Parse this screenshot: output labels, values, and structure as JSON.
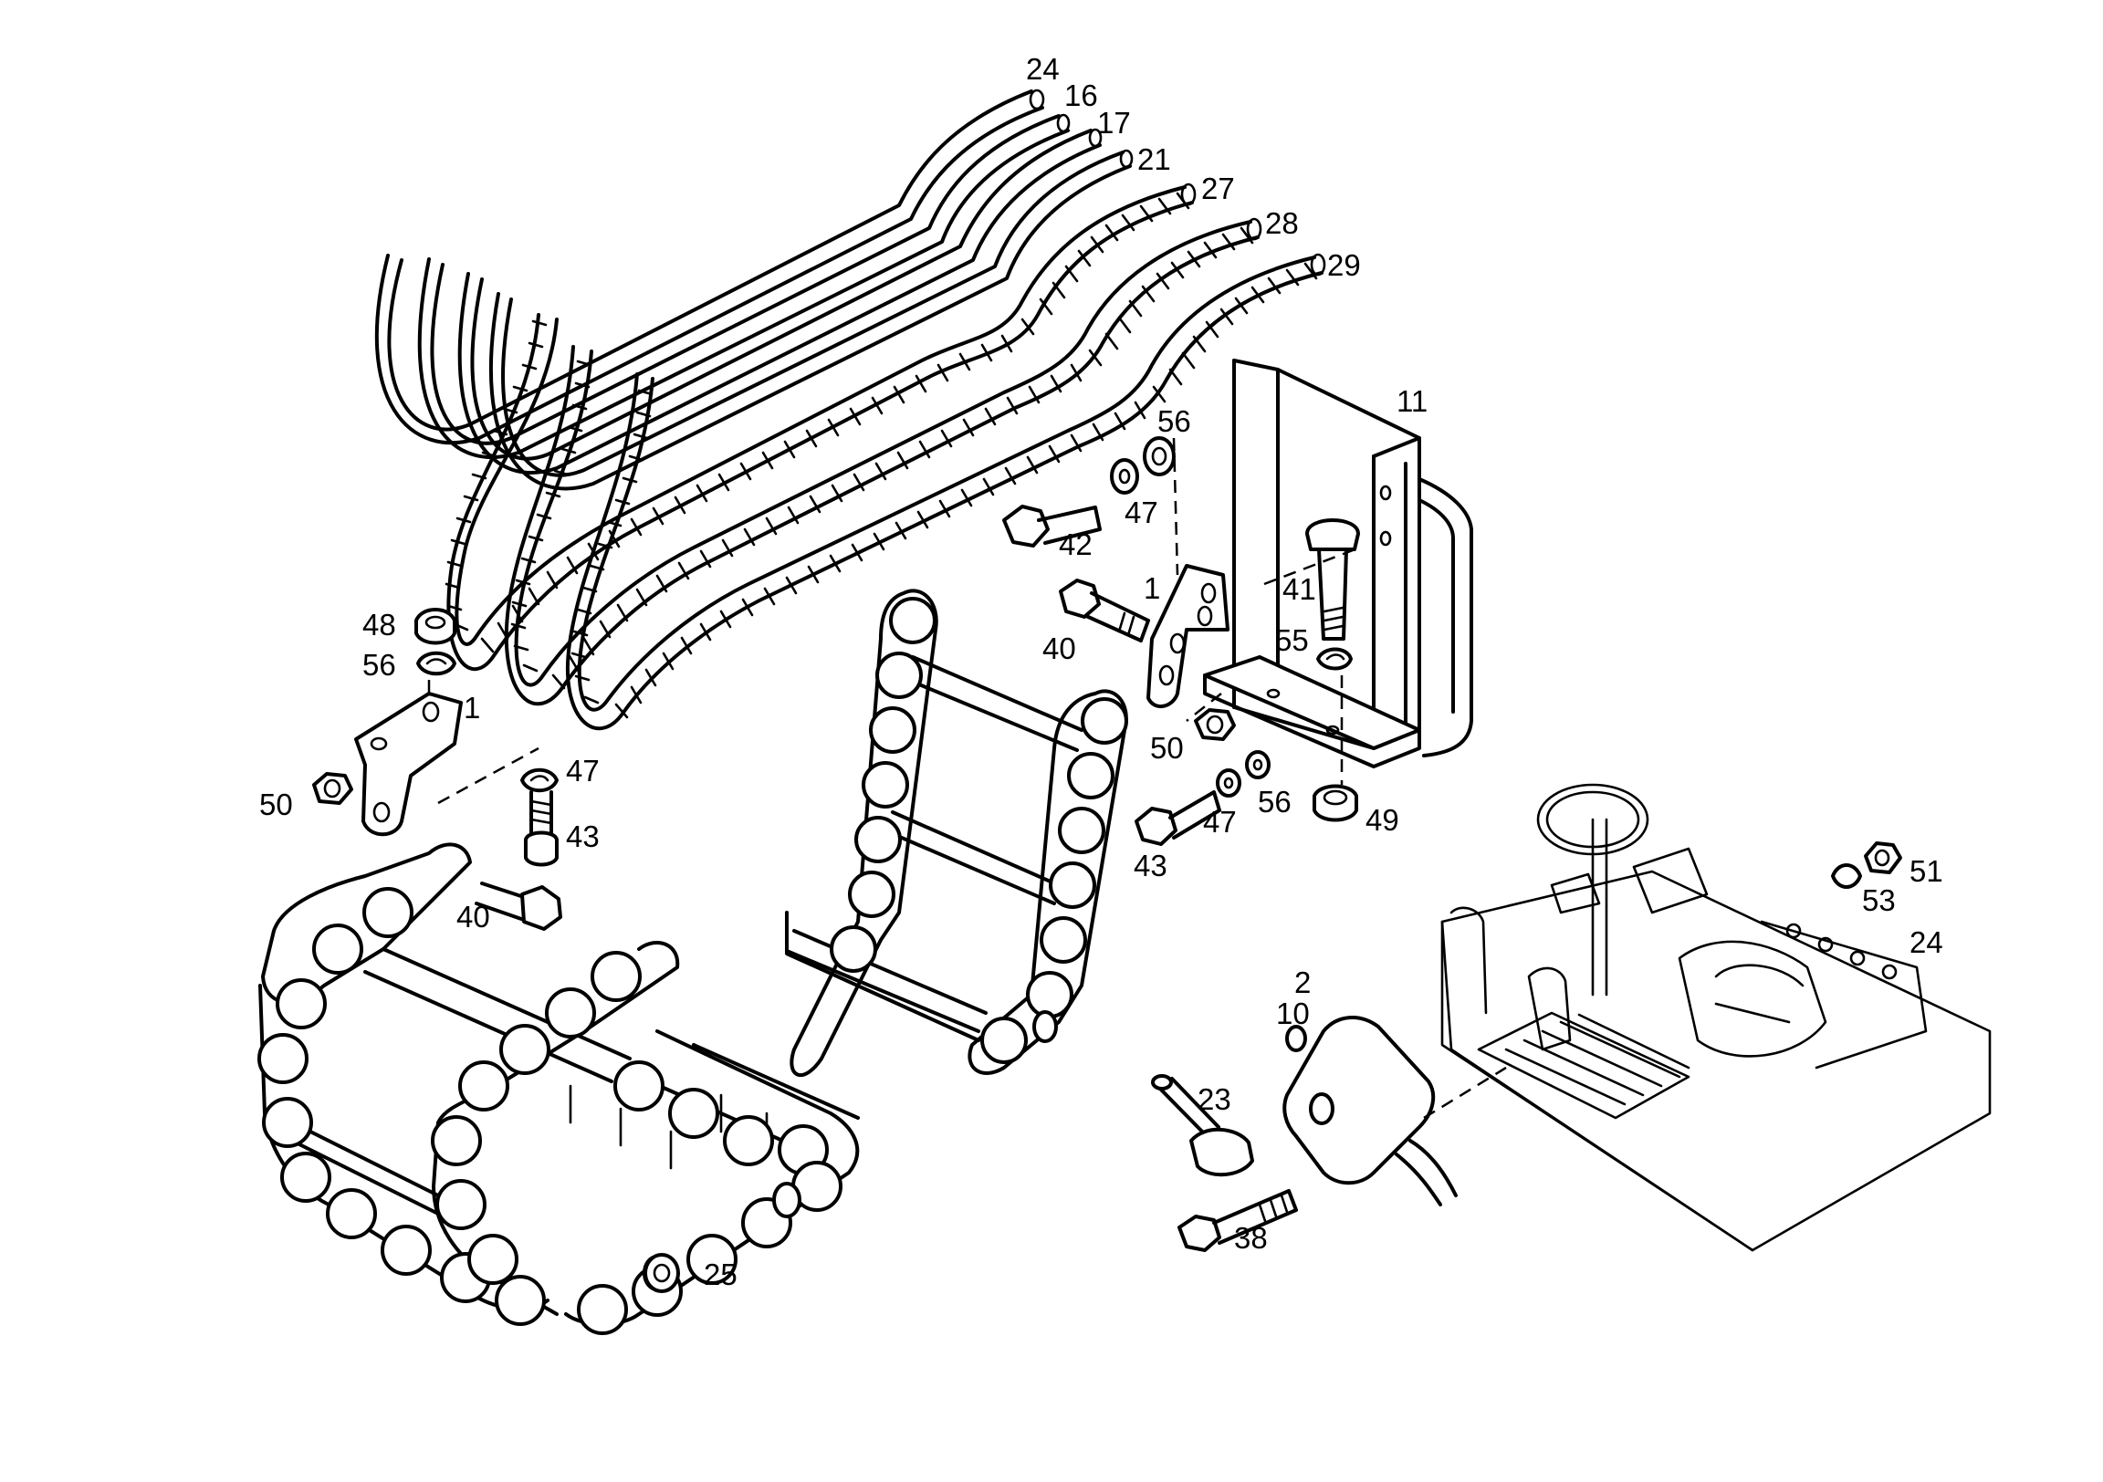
{
  "callouts": {
    "c24a": "24",
    "c16": "16",
    "c17": "17",
    "c21": "21",
    "c27": "27",
    "c28": "28",
    "c29": "29",
    "c11": "11",
    "c56a": "56",
    "c47a": "47",
    "c42": "42",
    "c1a": "1",
    "c41": "41",
    "c40a": "40",
    "c55": "55",
    "c50a": "50",
    "c56b": "56",
    "c47b": "47",
    "c43a": "43",
    "c49": "49",
    "c48": "48",
    "c56c": "56",
    "c1b": "1",
    "c47c": "47",
    "c50b": "50",
    "c43b": "43",
    "c40b": "40",
    "c51": "51",
    "c53": "53",
    "c24b": "24",
    "c2": "2",
    "c10": "10",
    "c23": "23",
    "c38": "38",
    "c25": "25"
  }
}
